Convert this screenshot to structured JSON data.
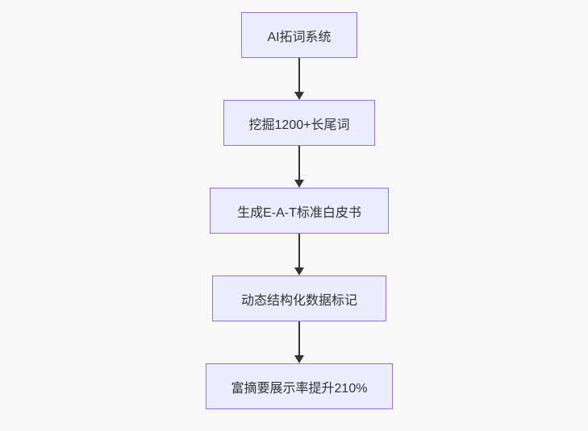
{
  "page": {
    "background_color": "#f8f8f8"
  },
  "flowchart": {
    "type": "flowchart-vertical",
    "direction": "top-down",
    "node_fill_color": "#ECECFF",
    "node_border_color": "#9370DB",
    "arrow_color": "#333333",
    "text_color": "#333333",
    "nodes": [
      {
        "id": "step-1",
        "label": "AI拓词系统"
      },
      {
        "id": "step-2",
        "label": "挖掘1200+长尾词"
      },
      {
        "id": "step-3",
        "label": "生成E-A-T标准白皮书"
      },
      {
        "id": "step-4",
        "label": "动态结构化数据标记"
      },
      {
        "id": "step-5",
        "label": "富摘要展示率提升210%"
      }
    ],
    "edges": [
      {
        "from": "step-1",
        "to": "step-2"
      },
      {
        "from": "step-2",
        "to": "step-3"
      },
      {
        "from": "step-3",
        "to": "step-4"
      },
      {
        "from": "step-4",
        "to": "step-5"
      }
    ]
  }
}
